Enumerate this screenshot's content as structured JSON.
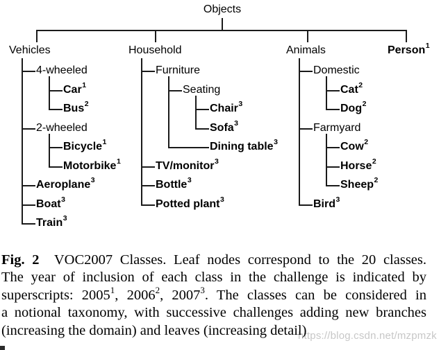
{
  "figure": {
    "watermark": "https://blog.csdn.net/mzpmzk",
    "colors": {
      "line": "#1a1a1a",
      "text": "#000000",
      "watermark": "#c7c7c7",
      "background": "#ffffff"
    }
  },
  "diagram": {
    "root": {
      "label": "Objects"
    },
    "branches": [
      {
        "label": "Vehicles",
        "children": [
          {
            "label": "4-wheeled",
            "children": [
              {
                "label": "Car",
                "sup": "1"
              },
              {
                "label": "Bus",
                "sup": "2"
              }
            ]
          },
          {
            "label": "2-wheeled",
            "children": [
              {
                "label": "Bicycle",
                "sup": "1"
              },
              {
                "label": "Motorbike",
                "sup": "1"
              }
            ]
          },
          {
            "label": "Aeroplane",
            "sup": "3"
          },
          {
            "label": "Boat",
            "sup": "3"
          },
          {
            "label": "Train",
            "sup": "3"
          }
        ]
      },
      {
        "label": "Household",
        "children": [
          {
            "label": "Furniture",
            "children": [
              {
                "label": "Seating",
                "children": [
                  {
                    "label": "Chair",
                    "sup": "3"
                  },
                  {
                    "label": "Sofa",
                    "sup": "3"
                  }
                ]
              },
              {
                "label": "Dining table",
                "sup": "3",
                "extra_indent": 1
              }
            ]
          },
          {
            "label": "TV/monitor",
            "sup": "3"
          },
          {
            "label": "Bottle",
            "sup": "3"
          },
          {
            "label": "Potted plant",
            "sup": "3"
          }
        ]
      },
      {
        "label": "Animals",
        "children": [
          {
            "label": "Domestic",
            "children": [
              {
                "label": "Cat",
                "sup": "2"
              },
              {
                "label": "Dog",
                "sup": "2"
              }
            ]
          },
          {
            "label": "Farmyard",
            "children": [
              {
                "label": "Cow",
                "sup": "2"
              },
              {
                "label": "Horse",
                "sup": "2"
              },
              {
                "label": "Sheep",
                "sup": "2"
              }
            ]
          },
          {
            "label": "Bird",
            "sup": "3"
          }
        ]
      },
      {
        "label": "Person",
        "sup": "1"
      }
    ]
  },
  "caption": {
    "lines": [
      {
        "justify": true,
        "segments": [
          {
            "text": "Fig. 2",
            "bold": true
          },
          {
            "text": "  VOC2007 Classes. Leaf nodes correspond to the 20 classes."
          }
        ]
      },
      {
        "justify": true,
        "segments": [
          {
            "text": "The year of inclusion of each class in the challenge is indicated by"
          }
        ]
      },
      {
        "justify": true,
        "segments": [
          {
            "text": "superscripts: 2005"
          },
          {
            "sup": "1"
          },
          {
            "text": ", 2006"
          },
          {
            "sup": "2"
          },
          {
            "text": ", 2007"
          },
          {
            "sup": "3"
          },
          {
            "text": ". The classes can be considered in"
          }
        ]
      },
      {
        "justify": true,
        "segments": [
          {
            "text": "a notional taxonomy, with successive challenges adding new branches"
          }
        ]
      },
      {
        "justify": false,
        "segments": [
          {
            "text": "(increasing the domain) and leaves (increasing detail)"
          }
        ]
      }
    ]
  }
}
